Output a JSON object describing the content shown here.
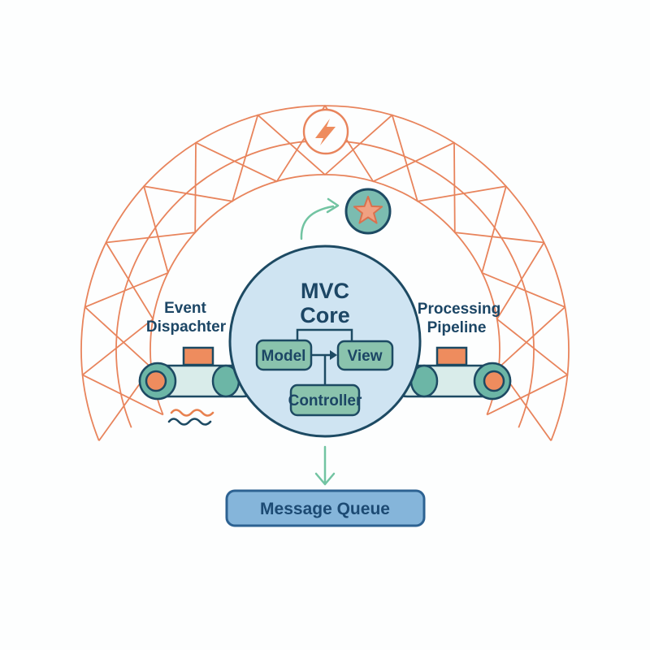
{
  "palette": {
    "background": "#fdfefe",
    "lattice_orange": "#e8845c",
    "orange_fill": "#ee8c5e",
    "navy": "#1d4a63",
    "text_navy": "#1c4665",
    "teal": "#6cb6a6",
    "belt": "#d9ecea",
    "core_fill": "#cfe4f2",
    "box_fill": "#8ac3ad",
    "star_circle_fill": "#7bbcb0",
    "star_fill": "#f0a182",
    "star_stroke": "#d9714e",
    "green_arrow": "#72c4a2",
    "queue_fill": "#85b5da",
    "queue_stroke": "#2d6292"
  },
  "icons": {
    "lightning": "lightning-bolt",
    "star": "five-point-star",
    "curved_arrow": "curved-arrow",
    "down_arrow": "down-arrow",
    "conveyor": "conveyor-belt"
  },
  "core": {
    "title_line1": "MVC",
    "title_line2": "Core",
    "model": "Model",
    "view": "View",
    "controller": "Controller"
  },
  "left_unit": {
    "label_line1": "Event",
    "label_line2": "Dispachter"
  },
  "right_unit": {
    "label_line1": "Processing",
    "label_line2": "Pipeline"
  },
  "queue": {
    "label": "Message Queue"
  }
}
